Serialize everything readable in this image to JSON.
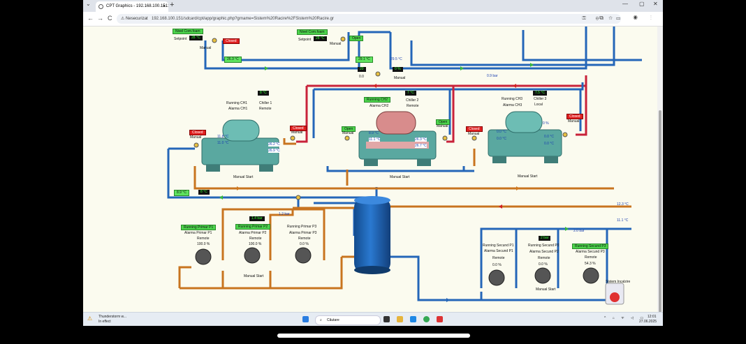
{
  "browser": {
    "tab_title": "CPT Graphics - 192.168.100.151:",
    "tab_close": "×",
    "new_tab": "+",
    "tab_menu": "⌄",
    "min": "—",
    "max": "▢",
    "close": "✕",
    "security_label": "⚠ Nesecurizat",
    "url": "192.168.100.151/sdcard/cpt/app/graphic.php?grname=Sistem%20Racire%2FSistem%20Racire.gr",
    "nav_back": "←",
    "nav_forward": "→",
    "nav_reload": "C",
    "omni_icons": "⚿ ⊖ ☆",
    "right_icons": "⧉ ▭ ◉ ⋮"
  },
  "scada": {
    "top": {
      "nivel1": "Nivel Com.foam",
      "setpoint1_label": "Setpoint",
      "setpoint1_value": "28 °C",
      "manual1": "Manual",
      "nivel2": "Nivel Com.foam",
      "setpoint2_label": "Setpoint",
      "setpoint2_value": "28 °C",
      "manual2": "Manual",
      "open_top": "Open",
      "temp_a": "26.3 °C",
      "temp_b": "29.1 °C",
      "temp_c": "29.5 °C",
      "val_20": "20",
      "val_0_box": "0 %",
      "val_0": "0.0",
      "manual3": "Manual",
      "pressure_top": "0.9 bar"
    },
    "ch1": {
      "box": "8 °C",
      "running": "Running CH1",
      "alarm": "Alarma CH1",
      "name": "Chiller 1",
      "mode": "Remote",
      "alarm_btn": "Closed",
      "alarm_btn2": "Closed",
      "manual_l": "Manual",
      "manual_r": "Manual",
      "t_in": "11.8 °C",
      "t_out": "11.0 °C",
      "t_c1": "26.2 °C",
      "t_c2": "26.9 °C",
      "start": "Manual Start"
    },
    "ch2": {
      "box": "7 °C",
      "running": "Running CH2",
      "alarm": "Alarma CH2",
      "name": "Chiller 2",
      "mode": "Remote",
      "open_l": "Open",
      "open_r": "Open",
      "manual_l": "Manual",
      "manual_r": "Manual",
      "t_in": "8.9 °C",
      "t_out": "11.1 °C",
      "t_c1": "26.3 °C",
      "t_c2": "26.7 °C",
      "start": "Manual Start"
    },
    "ch3": {
      "box": "7.5 °C",
      "running": "Running CH3",
      "alarm": "Alarma CH3",
      "name": "Chiller 3",
      "mode": "Local",
      "closed_l": "Closed",
      "closed_r": "Closed",
      "manual_l": "Manual",
      "manual_r": "Manual",
      "pct": "0 %",
      "t_in": "0.0 °C",
      "t_out": "0.0 °C",
      "t_c1": "0.0 °C",
      "t_c2": "0.0 °C",
      "start": "Manual Start"
    },
    "mid": {
      "t_left": "8.9 °C",
      "t_box": "8 °C",
      "pressure_primar": "1.2 bar",
      "t_ret": "12.3 °C",
      "t_sup": "11.1 °C",
      "pressure_sec": "2.0 bar"
    },
    "primar": {
      "p1_running": "Running Primar P1",
      "p1_alarm": "Alarma Primar P1",
      "p1_mode": "Remote",
      "p1_pct": "100.0 %",
      "p2_box": "1.4 bar",
      "p2_running": "Running Primar P2",
      "p2_alarm": "Alarma Primar P2",
      "p2_mode": "Remote",
      "p2_pct": "100.0 %",
      "p3_running": "Running Primar P3",
      "p3_alarm": "Alarma Primar P3",
      "p3_mode": "Remote",
      "p3_pct": "0.0 %",
      "start": "Manual Start"
    },
    "secund": {
      "p1_running": "Running Secund P1",
      "p1_alarm": "Alarma Secund P1",
      "p1_mode": "Remote",
      "p1_pct": "0.0 %",
      "p2_box": "2 bar",
      "p2_running": "Running Secund P2",
      "p2_alarm": "Alarma Secund P2",
      "p2_mode": "Remote",
      "p2_pct": "0.0 %",
      "p3_running": "Running Secund P3",
      "p3_alarm": "Alarma Secund P3",
      "p3_mode": "Remote",
      "p3_pct": "54.3 %",
      "start": "Manual Start",
      "sistem": "Sistem Incalzire"
    }
  },
  "taskbar": {
    "weather_title": "Thunderstorm w...",
    "weather_sub": "In effect",
    "search": "Căutare",
    "tray": "^ ⌂ ᯤ ◁ ▭",
    "time": "12:01",
    "date": "27.06.2025"
  },
  "colors": {
    "pipe_blue": "#2466b8",
    "pipe_red": "#c8223a",
    "pipe_orange": "#c8741f",
    "tank": "#1f63b5",
    "machine": "#5aa8a0",
    "arrow_green": "#36b83c"
  }
}
